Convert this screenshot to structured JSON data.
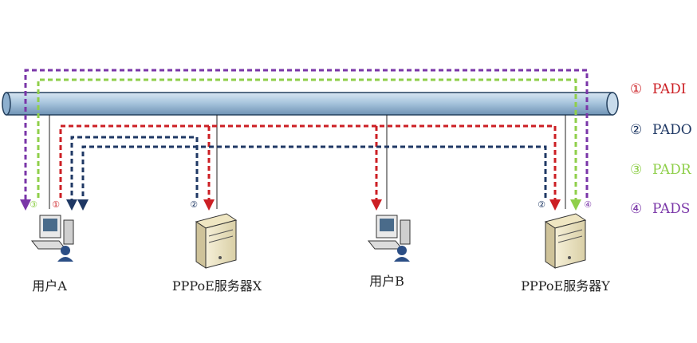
{
  "nodes": {
    "user_a": {
      "label": "用户A"
    },
    "server_x": {
      "label": "PPPoE服务器X"
    },
    "user_b": {
      "label": "用户B"
    },
    "server_y": {
      "label": "PPPoE服务器Y"
    }
  },
  "legend": [
    {
      "marker": "①",
      "name": "PADI",
      "color": "#cc1f24"
    },
    {
      "marker": "②",
      "name": "PADO",
      "color": "#1f3864"
    },
    {
      "marker": "③",
      "name": "PADR",
      "color": "#8fcf4a"
    },
    {
      "marker": "④",
      "name": "PADS",
      "color": "#7a36a8"
    }
  ],
  "markers": {
    "padi_a": "①",
    "pado_x": "②",
    "pado_y": "②",
    "padr_a": "③",
    "pads_y": "④"
  },
  "colors": {
    "bus_fill": "#a9c6de",
    "bus_stroke": "#24405e",
    "padi": "#cc1f24",
    "pado": "#1f3864",
    "padr": "#8fcf4a",
    "pads": "#7a36a8"
  }
}
